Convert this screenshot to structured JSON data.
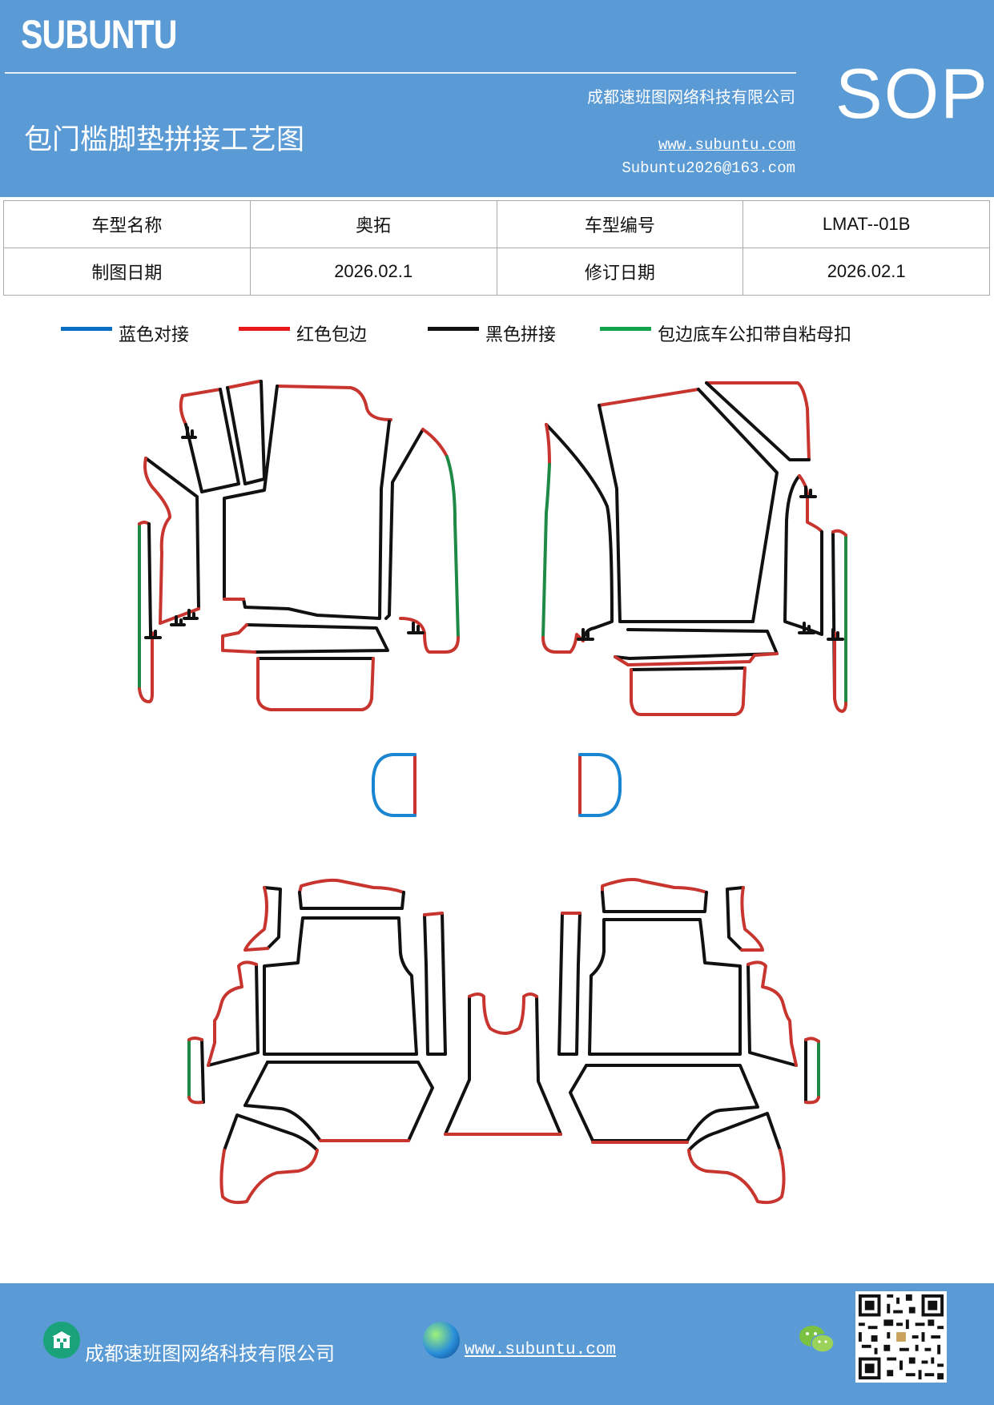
{
  "header": {
    "brand": "SUBUNTU",
    "sop": "SOP",
    "company": "成都速班图网络科技有限公司",
    "title": "包门槛脚垫拼接工艺图",
    "website": "www.subuntu.com",
    "email": "Subuntu2026@163.com"
  },
  "info_table": {
    "model_name_label": "车型名称",
    "model_name_value": "奥拓",
    "model_no_label": "车型编号",
    "model_no_value": "LMAT--01B",
    "draw_date_label": "制图日期",
    "draw_date_value": "2026.02.1",
    "revise_date_label": "修订日期",
    "revise_date_value": "2026.02.1"
  },
  "legend": [
    {
      "label": "蓝色对接",
      "color": "#0a6fc2"
    },
    {
      "label": "红色包边",
      "color": "#e8191b"
    },
    {
      "label": "黑色拼接",
      "color": "#111111"
    },
    {
      "label": "包边底车公扣带自粘母扣",
      "color": "#12a24a"
    }
  ],
  "colors": {
    "header_bg": "#5b9bd5",
    "red_edge": "#c8352f",
    "green_edge": "#1f8a45",
    "blue_edge": "#1a85d0",
    "black_edge": "#111111"
  },
  "footer": {
    "company": "成都速班图网络科技有限公司",
    "website": "www.subuntu.com",
    "icons": [
      "building-icon",
      "globe-icon",
      "wechat-icon",
      "qr-code"
    ]
  }
}
